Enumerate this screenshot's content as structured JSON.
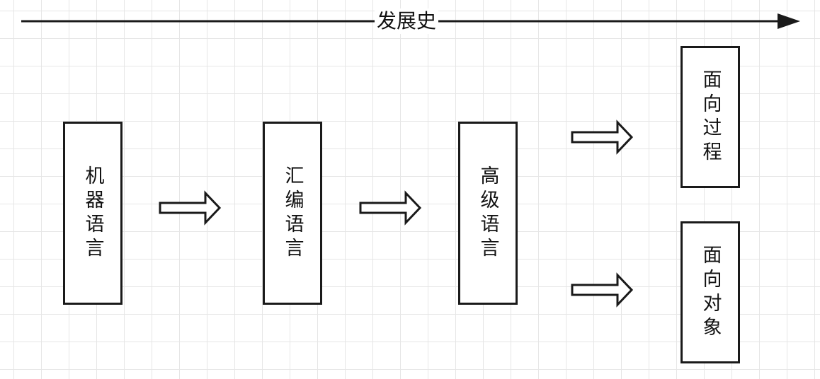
{
  "timeline": {
    "title": "发展史"
  },
  "stages": [
    {
      "label": "机器语言"
    },
    {
      "label": "汇编语言"
    },
    {
      "label": "高级语言"
    }
  ],
  "branches": [
    {
      "label": "面向过程"
    },
    {
      "label": "面向对象"
    }
  ],
  "colors": {
    "stroke": "#1a1a1a",
    "grid": "#e6e6e6",
    "background": "#ffffff"
  }
}
